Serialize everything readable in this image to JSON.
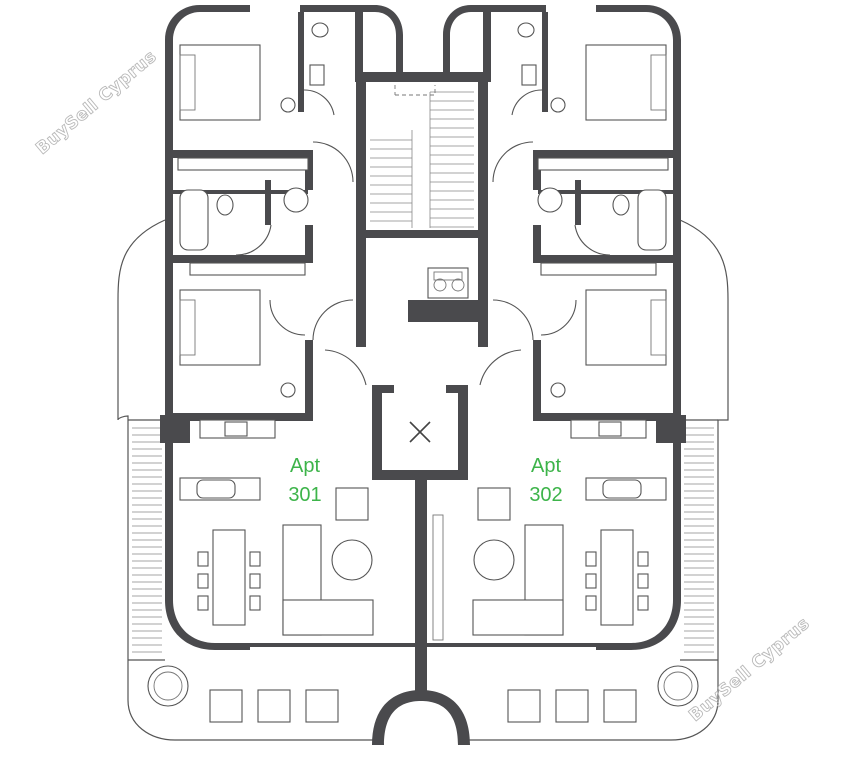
{
  "watermarks": [
    "BuySell Cyprus",
    "BuySell Cyprus"
  ],
  "apartments": [
    {
      "line1": "Apt",
      "line2": "301"
    },
    {
      "line1": "Apt",
      "line2": "302"
    }
  ],
  "colors": {
    "wall": "#4a4a4d",
    "label": "#3db44a",
    "watermark": "#b9b9b9"
  },
  "icons": [
    "wheelchair-icon",
    "lift-cross-icon",
    "stair-icon"
  ]
}
